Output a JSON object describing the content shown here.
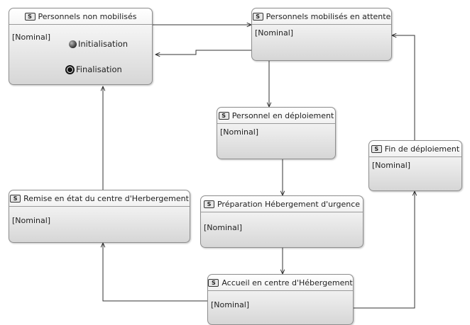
{
  "states": {
    "non_mobilises": {
      "title": "Personnels non mobilisés",
      "region": "[Nominal]",
      "initial": "Initialisation",
      "final": "Finalisation"
    },
    "attente": {
      "title": "Personnels mobilisés en attente",
      "region": "[Nominal]"
    },
    "deploiement": {
      "title": "Personnel en déploiement",
      "region": "[Nominal]"
    },
    "fin": {
      "title": "Fin de déploiement",
      "region": "[Nominal]"
    },
    "preparation": {
      "title": "Préparation Hébergement d'urgence",
      "region": "[Nominal]"
    },
    "remise": {
      "title": "Remise en état du centre d'Herbergement",
      "region": "[Nominal]"
    },
    "accueil": {
      "title": "Accueil en centre d'Hébergement",
      "region": "[Nominal]"
    }
  },
  "icon_letter": "S",
  "colors": {
    "line": "#333333",
    "border": "#8e8e8e"
  }
}
